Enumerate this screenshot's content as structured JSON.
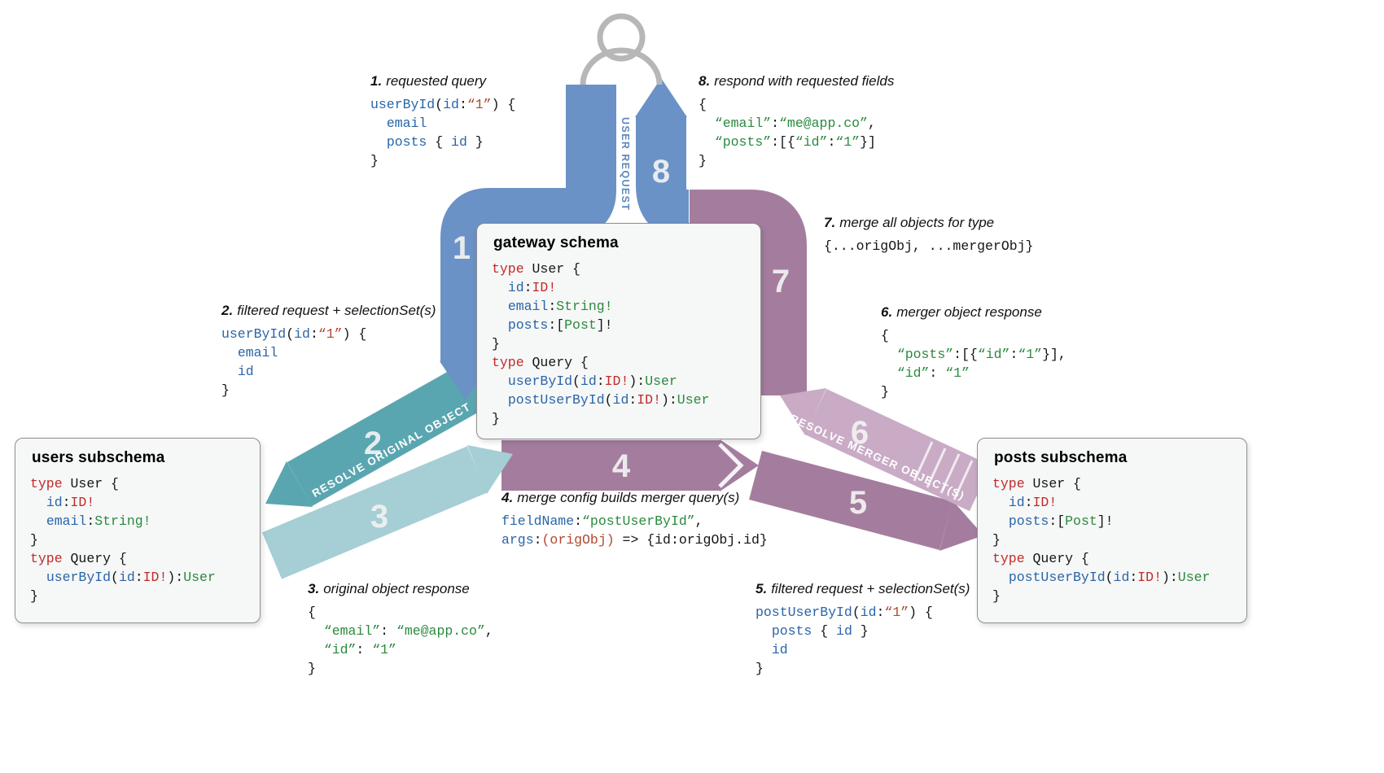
{
  "colors": {
    "blue": "#6b92c7",
    "teal": "#5aa6b0",
    "teal_light": "#a6ced5",
    "mauve": "#a47d9e",
    "mauve_light": "#c9abc6",
    "label_blue": "#5b88bd"
  },
  "icons": {
    "user": "person-silhouette"
  },
  "arrows": {
    "user_request_label": "USER REQUEST",
    "resolve_original_label": "RESOLVE ORIGINAL OBJECT",
    "resolve_merger_label": "RESOLVE MERGER OBJECT(S)",
    "n1": "1",
    "n2": "2",
    "n3": "3",
    "n4": "4",
    "n5": "5",
    "n6": "6",
    "n7": "7",
    "n8": "8"
  },
  "boxes": {
    "gateway": {
      "title": "gateway schema",
      "code": [
        [
          [
            "k",
            "type"
          ],
          [
            "p",
            " User {"
          ]
        ],
        [
          [
            "p",
            "  "
          ],
          [
            "n",
            "id"
          ],
          [
            "p",
            ":"
          ],
          [
            "k",
            "ID!"
          ]
        ],
        [
          [
            "p",
            "  "
          ],
          [
            "n",
            "email"
          ],
          [
            "p",
            ":"
          ],
          [
            "t",
            "String!"
          ]
        ],
        [
          [
            "p",
            "  "
          ],
          [
            "n",
            "posts"
          ],
          [
            "p",
            ":["
          ],
          [
            "t",
            "Post"
          ],
          [
            "p",
            "]!"
          ]
        ],
        [
          [
            "p",
            "}"
          ]
        ],
        [
          [
            "k",
            "type"
          ],
          [
            "p",
            " Query {"
          ]
        ],
        [
          [
            "p",
            "  "
          ],
          [
            "n",
            "userById"
          ],
          [
            "p",
            "("
          ],
          [
            "n",
            "id"
          ],
          [
            "p",
            ":"
          ],
          [
            "k",
            "ID!"
          ],
          [
            "p",
            "):"
          ],
          [
            "t",
            "User"
          ]
        ],
        [
          [
            "p",
            "  "
          ],
          [
            "n",
            "postUserById"
          ],
          [
            "p",
            "("
          ],
          [
            "n",
            "id"
          ],
          [
            "p",
            ":"
          ],
          [
            "k",
            "ID!"
          ],
          [
            "p",
            "):"
          ],
          [
            "t",
            "User"
          ]
        ],
        [
          [
            "p",
            "}"
          ]
        ]
      ]
    },
    "users": {
      "title": "users subschema",
      "code": [
        [
          [
            "k",
            "type"
          ],
          [
            "p",
            " User {"
          ]
        ],
        [
          [
            "p",
            "  "
          ],
          [
            "n",
            "id"
          ],
          [
            "p",
            ":"
          ],
          [
            "k",
            "ID!"
          ]
        ],
        [
          [
            "p",
            "  "
          ],
          [
            "n",
            "email"
          ],
          [
            "p",
            ":"
          ],
          [
            "t",
            "String!"
          ]
        ],
        [
          [
            "p",
            "}"
          ]
        ],
        [
          [
            "k",
            "type"
          ],
          [
            "p",
            " Query {"
          ]
        ],
        [
          [
            "p",
            "  "
          ],
          [
            "n",
            "userById"
          ],
          [
            "p",
            "("
          ],
          [
            "n",
            "id"
          ],
          [
            "p",
            ":"
          ],
          [
            "k",
            "ID!"
          ],
          [
            "p",
            "):"
          ],
          [
            "t",
            "User"
          ]
        ],
        [
          [
            "p",
            "}"
          ]
        ]
      ]
    },
    "posts": {
      "title": "posts subschema",
      "code": [
        [
          [
            "k",
            "type"
          ],
          [
            "p",
            " User {"
          ]
        ],
        [
          [
            "p",
            "  "
          ],
          [
            "n",
            "id"
          ],
          [
            "p",
            ":"
          ],
          [
            "k",
            "ID!"
          ]
        ],
        [
          [
            "p",
            "  "
          ],
          [
            "n",
            "posts"
          ],
          [
            "p",
            ":["
          ],
          [
            "t",
            "Post"
          ],
          [
            "p",
            "]!"
          ]
        ],
        [
          [
            "p",
            "}"
          ]
        ],
        [
          [
            "k",
            "type"
          ],
          [
            "p",
            " Query {"
          ]
        ],
        [
          [
            "p",
            "  "
          ],
          [
            "n",
            "postUserById"
          ],
          [
            "p",
            "("
          ],
          [
            "n",
            "id"
          ],
          [
            "p",
            ":"
          ],
          [
            "k",
            "ID!"
          ],
          [
            "p",
            "):"
          ],
          [
            "t",
            "User"
          ]
        ],
        [
          [
            "p",
            "}"
          ]
        ]
      ]
    }
  },
  "steps": {
    "s1": {
      "num": "1.",
      "title": "requested query",
      "code": [
        [
          [
            "n",
            "userById"
          ],
          [
            "p",
            "("
          ],
          [
            "n",
            "id"
          ],
          [
            "p",
            ":"
          ],
          [
            "r",
            "“1”"
          ],
          [
            "p",
            ") {"
          ]
        ],
        [
          [
            "p",
            "  "
          ],
          [
            "n",
            "email"
          ]
        ],
        [
          [
            "p",
            "  "
          ],
          [
            "n",
            "posts"
          ],
          [
            "p",
            " { "
          ],
          [
            "n",
            "id"
          ],
          [
            "p",
            " }"
          ]
        ],
        [
          [
            "p",
            "}"
          ]
        ]
      ]
    },
    "s2": {
      "num": "2.",
      "title": "filtered request + selectionSet(s)",
      "code": [
        [
          [
            "n",
            "userById"
          ],
          [
            "p",
            "("
          ],
          [
            "n",
            "id"
          ],
          [
            "p",
            ":"
          ],
          [
            "r",
            "“1”"
          ],
          [
            "p",
            ") {"
          ]
        ],
        [
          [
            "p",
            "  "
          ],
          [
            "n",
            "email"
          ]
        ],
        [
          [
            "p",
            "  "
          ],
          [
            "n",
            "id"
          ]
        ],
        [
          [
            "p",
            "}"
          ]
        ]
      ]
    },
    "s3": {
      "num": "3.",
      "title": "original object response",
      "code": [
        [
          [
            "p",
            "{"
          ]
        ],
        [
          [
            "p",
            "  "
          ],
          [
            "s",
            "“email”"
          ],
          [
            "p",
            ": "
          ],
          [
            "s",
            "“me@app.co”"
          ],
          [
            "p",
            ","
          ]
        ],
        [
          [
            "p",
            "  "
          ],
          [
            "s",
            "“id”"
          ],
          [
            "p",
            ": "
          ],
          [
            "s",
            "“1”"
          ]
        ],
        [
          [
            "p",
            "}"
          ]
        ]
      ]
    },
    "s4": {
      "num": "4.",
      "title": "merge config builds merger query(s)",
      "code": [
        [
          [
            "n",
            "fieldName"
          ],
          [
            "p",
            ":"
          ],
          [
            "s",
            "“postUserById”"
          ],
          [
            "p",
            ","
          ]
        ],
        [
          [
            "n",
            "args"
          ],
          [
            "p",
            ":"
          ],
          [
            "r",
            "(origObj)"
          ],
          [
            "p",
            " => {id:origObj.id}"
          ]
        ]
      ]
    },
    "s5": {
      "num": "5.",
      "title": "filtered request + selectionSet(s)",
      "code": [
        [
          [
            "n",
            "postUserById"
          ],
          [
            "p",
            "("
          ],
          [
            "n",
            "id"
          ],
          [
            "p",
            ":"
          ],
          [
            "r",
            "“1”"
          ],
          [
            "p",
            ") {"
          ]
        ],
        [
          [
            "p",
            "  "
          ],
          [
            "n",
            "posts"
          ],
          [
            "p",
            " { "
          ],
          [
            "n",
            "id"
          ],
          [
            "p",
            " }"
          ]
        ],
        [
          [
            "p",
            "  "
          ],
          [
            "n",
            "id"
          ]
        ],
        [
          [
            "p",
            "}"
          ]
        ]
      ]
    },
    "s6": {
      "num": "6.",
      "title": "merger object response",
      "code": [
        [
          [
            "p",
            "{"
          ]
        ],
        [
          [
            "p",
            "  "
          ],
          [
            "s",
            "“posts”"
          ],
          [
            "p",
            ":[{"
          ],
          [
            "s",
            "“id”"
          ],
          [
            "p",
            ":"
          ],
          [
            "s",
            "“1”"
          ],
          [
            "p",
            "}],"
          ]
        ],
        [
          [
            "p",
            "  "
          ],
          [
            "s",
            "“id”"
          ],
          [
            "p",
            ": "
          ],
          [
            "s",
            "“1”"
          ]
        ],
        [
          [
            "p",
            "}"
          ]
        ]
      ]
    },
    "s7": {
      "num": "7.",
      "title": "merge all objects for type",
      "code": [
        [
          [
            "p",
            "{...origObj, ...mergerObj}"
          ]
        ]
      ]
    },
    "s8": {
      "num": "8.",
      "title": "respond with requested fields",
      "code": [
        [
          [
            "p",
            "{"
          ]
        ],
        [
          [
            "p",
            "  "
          ],
          [
            "s",
            "“email”"
          ],
          [
            "p",
            ":"
          ],
          [
            "s",
            "“me@app.co”"
          ],
          [
            "p",
            ","
          ]
        ],
        [
          [
            "p",
            "  "
          ],
          [
            "s",
            "“posts”"
          ],
          [
            "p",
            ":[{"
          ],
          [
            "s",
            "“id”"
          ],
          [
            "p",
            ":"
          ],
          [
            "s",
            "“1”"
          ],
          [
            "p",
            "}]"
          ]
        ],
        [
          [
            "p",
            "}"
          ]
        ]
      ]
    }
  }
}
